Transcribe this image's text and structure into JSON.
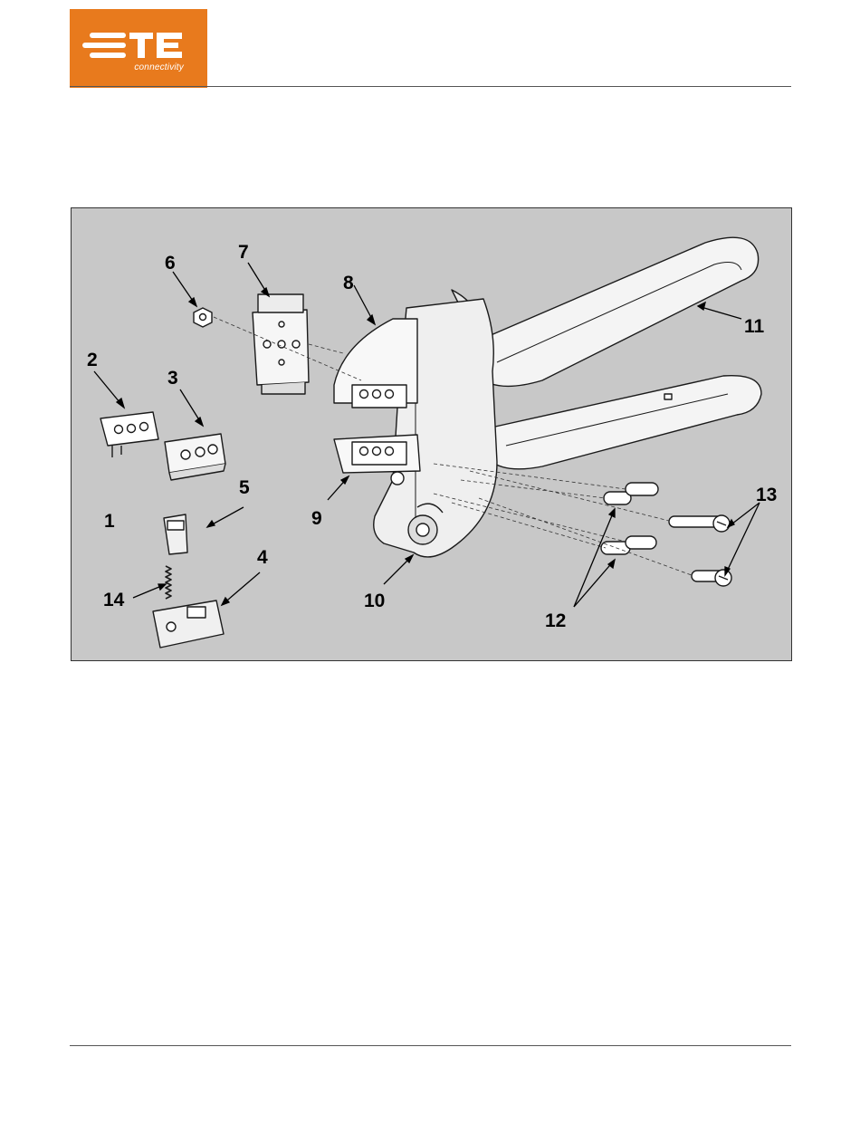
{
  "header": {
    "logo_text": "TE",
    "logo_subtitle": "connectivity",
    "brand_color": "#e87a1d"
  },
  "figure": {
    "background_color": "#c8c8c8",
    "callouts": [
      {
        "id": "1",
        "label": "1"
      },
      {
        "id": "2",
        "label": "2"
      },
      {
        "id": "3",
        "label": "3"
      },
      {
        "id": "4",
        "label": "4"
      },
      {
        "id": "5",
        "label": "5"
      },
      {
        "id": "6",
        "label": "6"
      },
      {
        "id": "7",
        "label": "7"
      },
      {
        "id": "8",
        "label": "8"
      },
      {
        "id": "9",
        "label": "9"
      },
      {
        "id": "10",
        "label": "10"
      },
      {
        "id": "11",
        "label": "11"
      },
      {
        "id": "12",
        "label": "12"
      },
      {
        "id": "13",
        "label": "13"
      },
      {
        "id": "14",
        "label": "14"
      }
    ]
  }
}
